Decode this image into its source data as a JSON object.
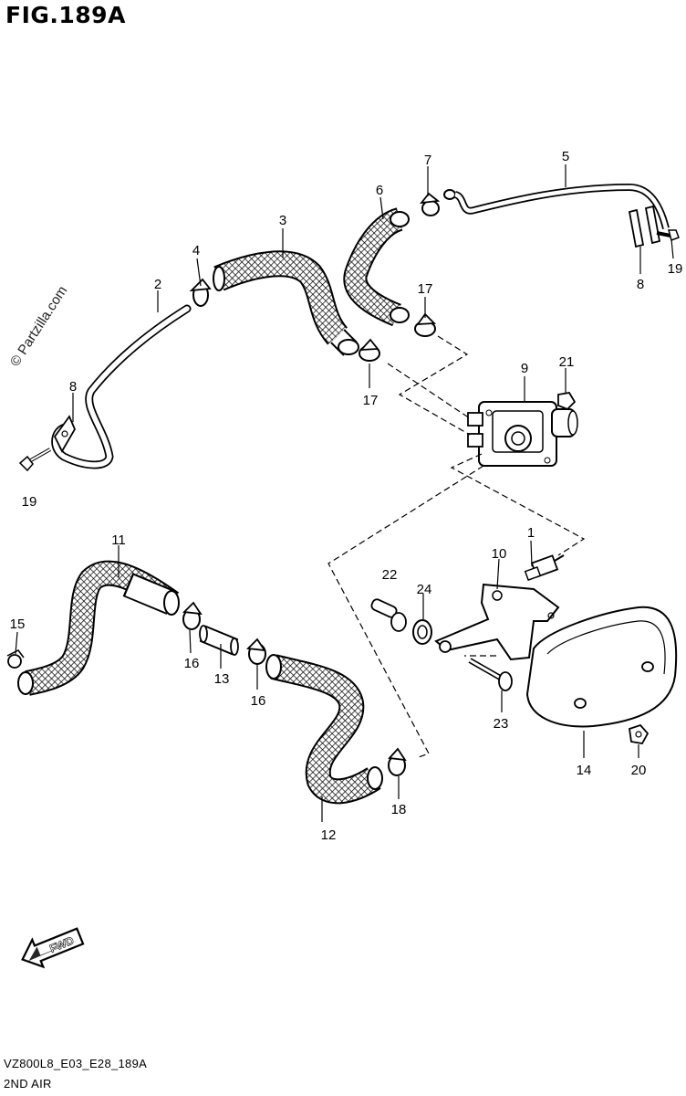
{
  "figure_title": "FIG.189A",
  "watermark": "© Partzilla.com",
  "fwd_label": "FWD",
  "footer": {
    "model_code": "VZ800L8_E03_E28_189A",
    "section_name": "2ND AIR"
  },
  "callouts": [
    "1",
    "2",
    "3",
    "4",
    "5",
    "6",
    "7",
    "8",
    "8",
    "9",
    "10",
    "11",
    "12",
    "13",
    "14",
    "15",
    "16",
    "16",
    "17",
    "17",
    "18",
    "19",
    "19",
    "20",
    "21",
    "22",
    "23",
    "24"
  ],
  "colors": {
    "line": "#000000",
    "background": "#ffffff"
  }
}
